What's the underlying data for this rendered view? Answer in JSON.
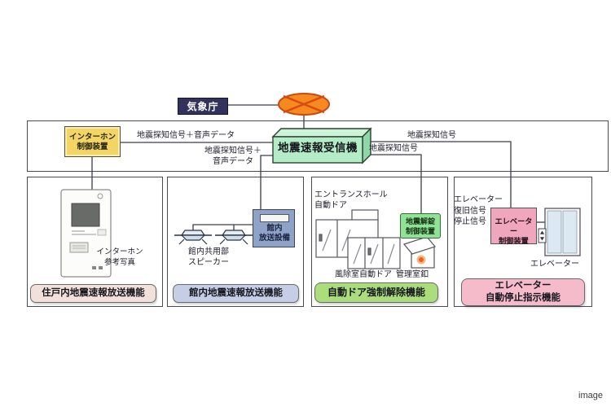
{
  "header": {
    "agency_label": "気象庁",
    "receiver_label": "地震速報受信機"
  },
  "signals": {
    "left_top": "地震探知信号＋音声データ",
    "left_bottom_line1": "地震探知信号＋",
    "left_bottom_line2": "音声データ",
    "right_top": "地震探知信号",
    "right_bottom": "地震探知信号"
  },
  "intercom_controller": {
    "line1": "インターホン",
    "line2": "制御装置"
  },
  "panels": [
    {
      "caption_line1": "インターホン",
      "caption_line2": "参考写真",
      "function_label": "住戸内地震速報放送機能"
    },
    {
      "speaker_caption_line1": "館内共用部",
      "speaker_caption_line2": "スピーカー",
      "equipment_line1": "館内",
      "equipment_line2": "放送設備",
      "function_label": "館内地震速報放送機能"
    },
    {
      "entrance_caption_line1": "エントランスホール",
      "entrance_caption_line2": "自動ドア",
      "windbreak_caption": "風除室自動ドア",
      "unlock_device_line1": "地震解錠",
      "unlock_device_line2": "制御装置",
      "mgmt_button_caption": "管理室釦",
      "function_label": "自動ドア強制解除機能"
    },
    {
      "signal_line1": "エレベーター",
      "signal_line2": "復旧信号",
      "signal_line3": "停止信号",
      "controller_line1": "エレベーター",
      "controller_line2": "制御装置",
      "elevator_caption": "エレベーター",
      "function_line1": "エレベーター",
      "function_line2": "自動停止指示機能"
    }
  ],
  "watermark": "image",
  "colors": {
    "agency_bg": "#32325c",
    "satellite_orange": "#f6891f",
    "satellite_cross": "#d84a10",
    "receiver_green": "#b4edc5",
    "intercom_ctrl_yellow": "#f3d566",
    "broadcast_slate": "#8fa3c8",
    "unlock_green": "#90e295",
    "elevator_ctrl_pink": "#f0a6bd",
    "func1_bg": "#f2e1da",
    "func2_bg": "#c6cee6",
    "func3_bg": "#abdd7d",
    "func4_bg": "#f6bbca"
  },
  "icons": {
    "satellite-icon": "orange ellipse with X cross (satellite dish)",
    "receiver-box-icon": "green 3D box",
    "intercom-icon": "wall intercom unit with dark screen",
    "ceiling-speaker-icon": "ceiling speaker saucer",
    "automatic-door-icon": "overlapping automatic door frames",
    "management-room-button-icon": "button panel with open flip cover and orange lamp",
    "elevator-icon": "elevator with twin doors and call panel"
  }
}
